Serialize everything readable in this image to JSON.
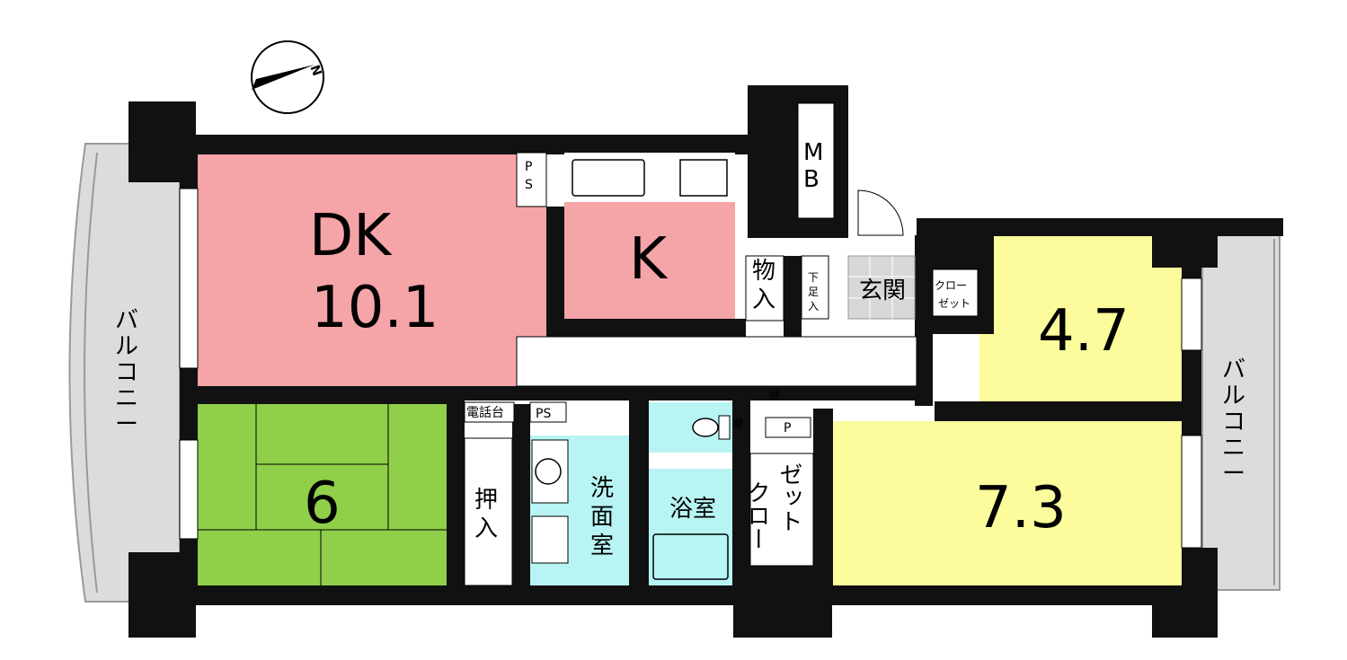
{
  "compass": {
    "label": "N"
  },
  "rooms": {
    "dk": {
      "name": "DK",
      "size": "10.1"
    },
    "kitchen": {
      "name": "K"
    },
    "washitsu": {
      "size": "6"
    },
    "room_north": {
      "size": "4.7"
    },
    "room_south": {
      "size": "7.3"
    },
    "bath": {
      "name": "浴室"
    },
    "washroom": {
      "name": [
        "洗",
        "面",
        "室"
      ]
    },
    "entrance": {
      "name": "玄関"
    },
    "storage": {
      "name": [
        "物",
        "入"
      ]
    },
    "oshiire": {
      "name": [
        "押",
        "入"
      ]
    },
    "shoe_box": {
      "name": [
        "下",
        "足",
        "入"
      ]
    },
    "closet_small": {
      "name": [
        "クロー",
        "ゼット"
      ]
    },
    "closet_large": {
      "name": [
        "クロー",
        "ゼット"
      ]
    },
    "mb": {
      "name": [
        "M",
        "B"
      ]
    },
    "ps_top": {
      "name": [
        "P",
        "S"
      ]
    },
    "ps_mid": {
      "name": "PS"
    },
    "p_mid": {
      "name": "P"
    },
    "phone": {
      "name": "電話台"
    },
    "shelf_hall": {
      "name": "棚"
    },
    "shelf_toilet": {
      "name": "棚"
    }
  },
  "balconies": {
    "west": {
      "name": [
        "バ",
        "ル",
        "コ",
        "ニ",
        "ー"
      ]
    },
    "east": {
      "name": [
        "バ",
        "ル",
        "コ",
        "ニ",
        "ー"
      ]
    }
  },
  "colors": {
    "dk": "#f5a4a8",
    "washitsu": "#8fcf4a",
    "bedroom": "#fcfc9c",
    "wet": "#b8f4f4",
    "balcony": "#dcdcdc",
    "wall": "#111111"
  }
}
